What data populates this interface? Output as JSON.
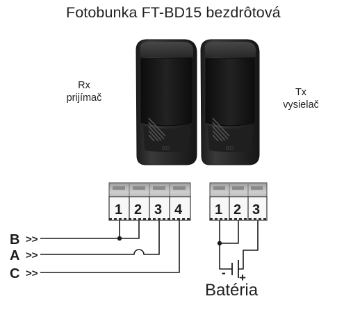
{
  "title": "Fotobunka FT-BD15 bezdrôtová",
  "rx": {
    "line1": "Rx",
    "line2": "prijímač"
  },
  "tx": {
    "line1": "Tx",
    "line2": "vysielač"
  },
  "receiver_terminals": [
    "1",
    "2",
    "3",
    "4"
  ],
  "transmitter_terminals": [
    "1",
    "2",
    "3"
  ],
  "inputs": [
    {
      "letter": "B",
      "arrow": ">>"
    },
    {
      "letter": "A",
      "arrow": ">>"
    },
    {
      "letter": "C",
      "arrow": ">>"
    }
  ],
  "battery": {
    "label": "Batéria",
    "minus": "-",
    "plus": "+"
  },
  "colors": {
    "device_body": "#2b2b2b",
    "wire": "#1a1a1a",
    "terminal_block": "#bdbdbd"
  }
}
